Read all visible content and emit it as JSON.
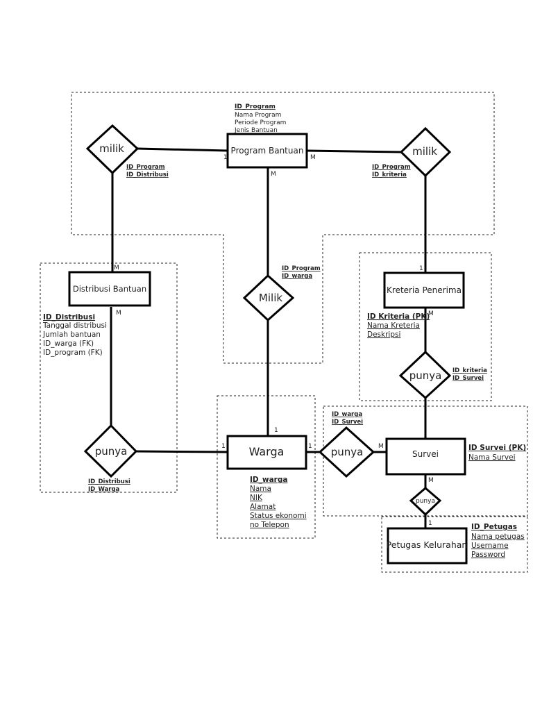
{
  "entities": {
    "program_bantuan": "Program Bantuan",
    "distribusi_bantuan": "Distribusi Bantuan",
    "kreteria_penerima": "Kreteria Penerima",
    "warga": "Warga",
    "survei": "Survei",
    "petugas_kelurahan": "Petugas Kelurahan"
  },
  "relations": {
    "milik_left": "milik",
    "milik_right": "milik",
    "milik_center": "Milik",
    "punya_left": "punya",
    "punya_right": "punya",
    "punya_kriteria": "punya",
    "punya_small": "punya"
  },
  "attributes": {
    "program": [
      "ID_Program",
      "Nama Program",
      "Periode Program",
      "Jenis Bantuan"
    ],
    "distribusi": [
      "ID_Distribusi",
      "Tanggal distribusi",
      "Jumlah bantuan",
      "ID_warga (FK)",
      "ID_program (FK)"
    ],
    "kriteria": [
      "ID Kriteria (PK)",
      "Nama Kreteria",
      "Deskripsi"
    ],
    "warga": [
      "ID_warga",
      "Nama",
      "NIK",
      "Alamat",
      "Status ekonomi",
      "no Telepon"
    ],
    "survei": [
      "ID Survei (PK)",
      "Nama Survei"
    ],
    "petugas": [
      "ID_Petugas",
      "Nama petugas",
      "Username",
      "Password"
    ]
  },
  "relation_keys": {
    "milik_left": [
      "ID_Program",
      "ID_Distribusi"
    ],
    "milik_right": [
      "ID_Program",
      "ID_kriteria"
    ],
    "milik_center": [
      "ID_Program",
      "ID_warga"
    ],
    "punya_left": [
      "ID_Distribusi",
      "ID_Warga"
    ],
    "punya_right": [
      "ID_warga",
      "ID_Survei"
    ],
    "punya_kriteria": [
      "ID_kriteria",
      "ID_Survei"
    ]
  },
  "cardinality": {
    "program_left": "1",
    "program_right": "M",
    "program_down": "M",
    "distribusi_top": "M",
    "distribusi_bottom": "M",
    "kriteria_top": "1",
    "kriteria_bottom": "M",
    "warga_top": "1",
    "warga_left": "1",
    "warga_right": "1",
    "survei_left": "M",
    "survei_bottom": "M",
    "petugas_top": "1"
  }
}
